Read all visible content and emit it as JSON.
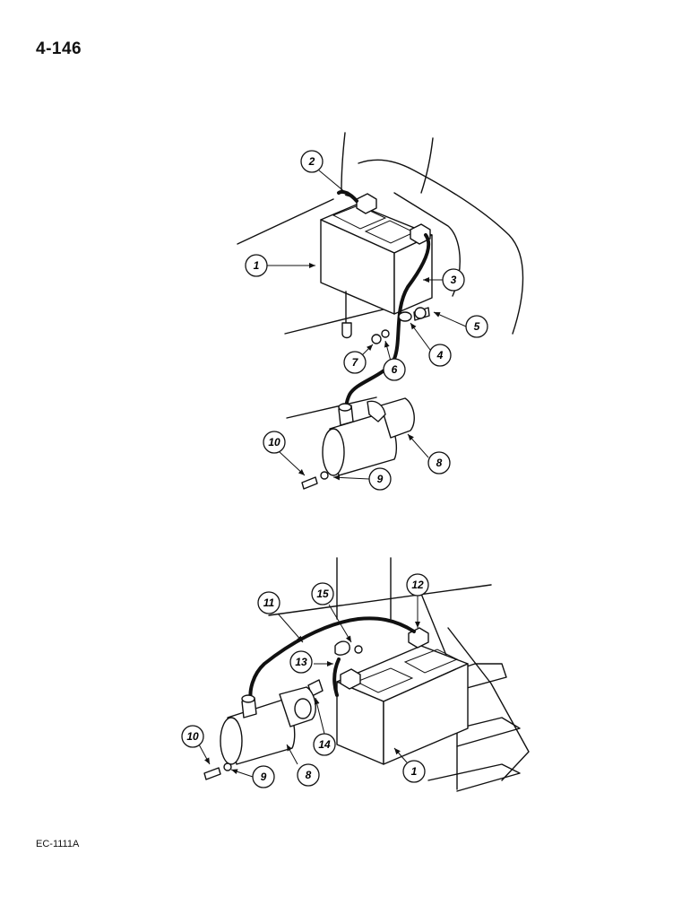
{
  "page_number": "4-146",
  "figure_code": "EC-1111A",
  "upper_view": {
    "callouts": [
      "1",
      "2",
      "3",
      "4",
      "5",
      "6",
      "7",
      "8",
      "9",
      "10"
    ]
  },
  "lower_view": {
    "callouts": [
      "1",
      "8",
      "9",
      "10",
      "11",
      "12",
      "13",
      "14",
      "15"
    ]
  }
}
